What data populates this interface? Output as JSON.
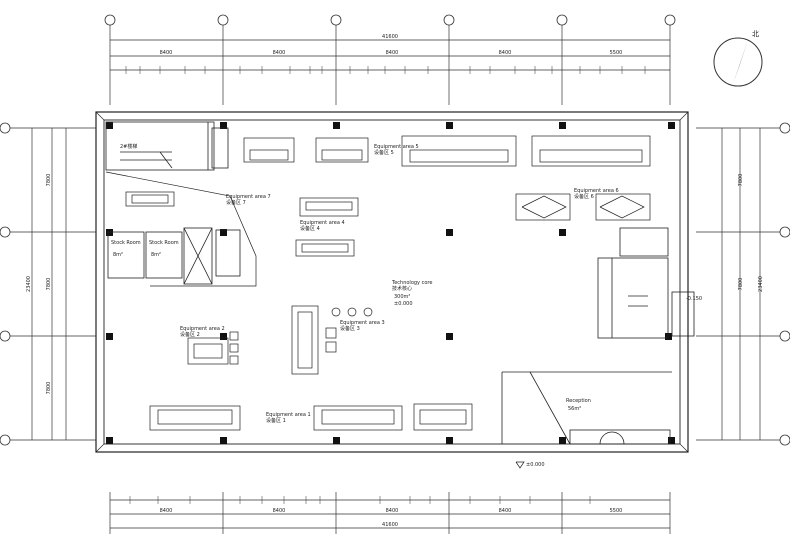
{
  "dimensions": {
    "top_total": "41600",
    "top_spans": [
      "8400",
      "8400",
      "8400",
      "8400",
      "5500"
    ],
    "bottom_total": "41600",
    "bottom_spans": [
      "8400",
      "8400",
      "8400",
      "8400",
      "5500"
    ],
    "left_total": "23400",
    "left_spans": [
      "7800",
      "7800",
      "7800"
    ],
    "right_total": "23400",
    "right_spans": [
      "7800",
      "7800"
    ]
  },
  "north": "北",
  "rooms": {
    "equipment_area_7": {
      "en": "Equipment area 7",
      "cn": "设备区 7"
    },
    "equipment_area_6": {
      "en": "Equipment area 6",
      "cn": "设备区 6"
    },
    "equipment_area_5": {
      "en": "Equipment area 5",
      "cn": "设备区 5"
    },
    "equipment_area_4": {
      "en": "Equipment area 4",
      "cn": "设备区 4"
    },
    "equipment_area_3": {
      "en": "Equipment area 3",
      "cn": "设备区 3"
    },
    "equipment_area_2": {
      "en": "Equipment area 2",
      "cn": "设备区 2"
    },
    "equipment_area_1": {
      "en": "Equipment area 1",
      "cn": "设备区 1"
    },
    "technology_core": {
      "en": "Technology core",
      "cn": "技术核心",
      "area": "300m²",
      "level": "±0.000"
    },
    "stock_room_1": {
      "en": "Stock Room",
      "area": "8m²"
    },
    "stock_room_2": {
      "en": "Stock Room",
      "area": "8m²"
    },
    "reception": {
      "en": "Reception",
      "area": "56m²"
    },
    "stair_label": "2#楼梯"
  },
  "levels": {
    "bottom": "±0.000",
    "entry": "-0.150"
  }
}
